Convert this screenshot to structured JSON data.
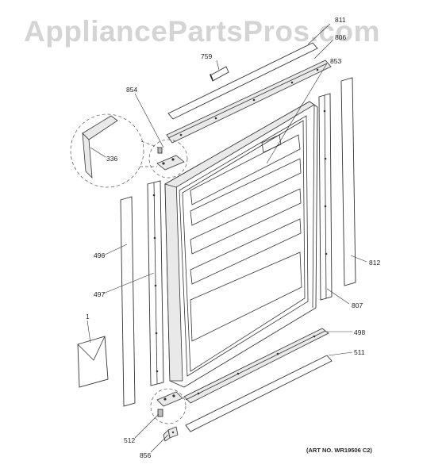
{
  "watermark": "AppliancePartsPros.com",
  "art_number": "(ART NO. WR19506 C2)",
  "labels": {
    "p811": "811",
    "p806": "806",
    "p759": "759",
    "p853": "853",
    "p854": "854",
    "p336": "336",
    "p496": "496",
    "p497": "497",
    "p1": "1",
    "p812": "812",
    "p807": "807",
    "p498": "498",
    "p511": "511",
    "p512": "512",
    "p856": "856"
  }
}
